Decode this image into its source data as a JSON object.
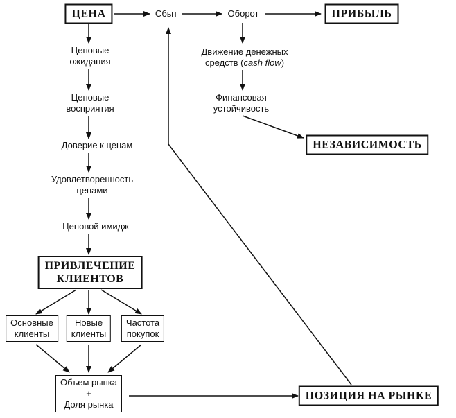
{
  "nodes": {
    "price": {
      "text": "ЦЕНА"
    },
    "sales": {
      "text": "Сбыт"
    },
    "turnover": {
      "text": "Оборот"
    },
    "profit": {
      "text": "ПРИБЫЛЬ"
    },
    "expectations": {
      "line1": "Ценовые",
      "line2": "ожидания"
    },
    "perception": {
      "line1": "Ценовые",
      "line2": "восприятия"
    },
    "trust": {
      "text": "Доверие к ценам"
    },
    "satisfaction": {
      "line1": "Удовлетворенность",
      "line2": "ценами"
    },
    "image": {
      "text": "Ценовой имидж"
    },
    "attraction": {
      "line1": "ПРИВЛЕЧЕНИЕ",
      "line2": "КЛИЕНТОВ"
    },
    "cashflow": {
      "line1": "Движение денежных",
      "line2_prefix": "средств (",
      "line2_italic": "cash flow",
      "line2_suffix": ")"
    },
    "stability": {
      "line1": "Финансовая",
      "line2": "устойчивость"
    },
    "independence": {
      "text": "НЕЗАВИСИМОСТЬ"
    },
    "core_clients": {
      "line1": "Основные",
      "line2": "клиенты"
    },
    "new_clients": {
      "line1": "Новые",
      "line2": "клиенты"
    },
    "frequency": {
      "line1": "Частота",
      "line2": "покупок"
    },
    "market": {
      "line1": "Объем рынка",
      "line2": "+",
      "line3": "Доля рынка"
    },
    "position": {
      "text": "ПОЗИЦИЯ НА РЫНКЕ"
    }
  },
  "colors": {
    "ink": "#111111",
    "background": "#ffffff"
  }
}
